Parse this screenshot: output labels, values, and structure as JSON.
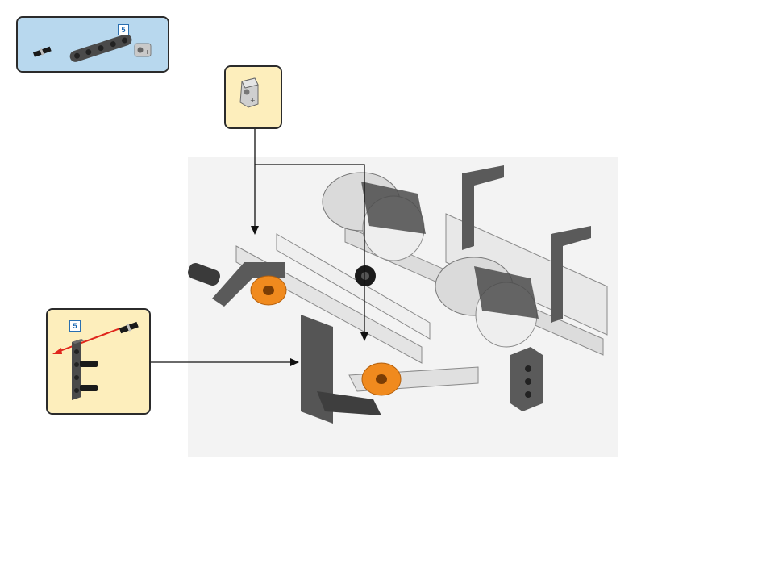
{
  "step": {
    "parts_list": {
      "background": "#b8d8ee",
      "items": [
        {
          "name": "axle-pin-with-friction",
          "count": ""
        },
        {
          "name": "beam-5-thick",
          "count": "5"
        },
        {
          "name": "cross-block",
          "count": ""
        }
      ]
    },
    "subassembly_top": {
      "background": "#fdeebc",
      "part": "axle-and-pin-connector-perpendicular"
    },
    "subassembly_left": {
      "background": "#fdeebc",
      "count": "5",
      "arrow_color": "#e0261c"
    }
  },
  "colors": {
    "box_border": "#2b2b2b",
    "model_bg": "#f3f3f3",
    "beam_light": "#e6e6e6",
    "beam_dark": "#5a5a5a",
    "accent_orange": "#f08a1e",
    "arrow": "#111111"
  }
}
